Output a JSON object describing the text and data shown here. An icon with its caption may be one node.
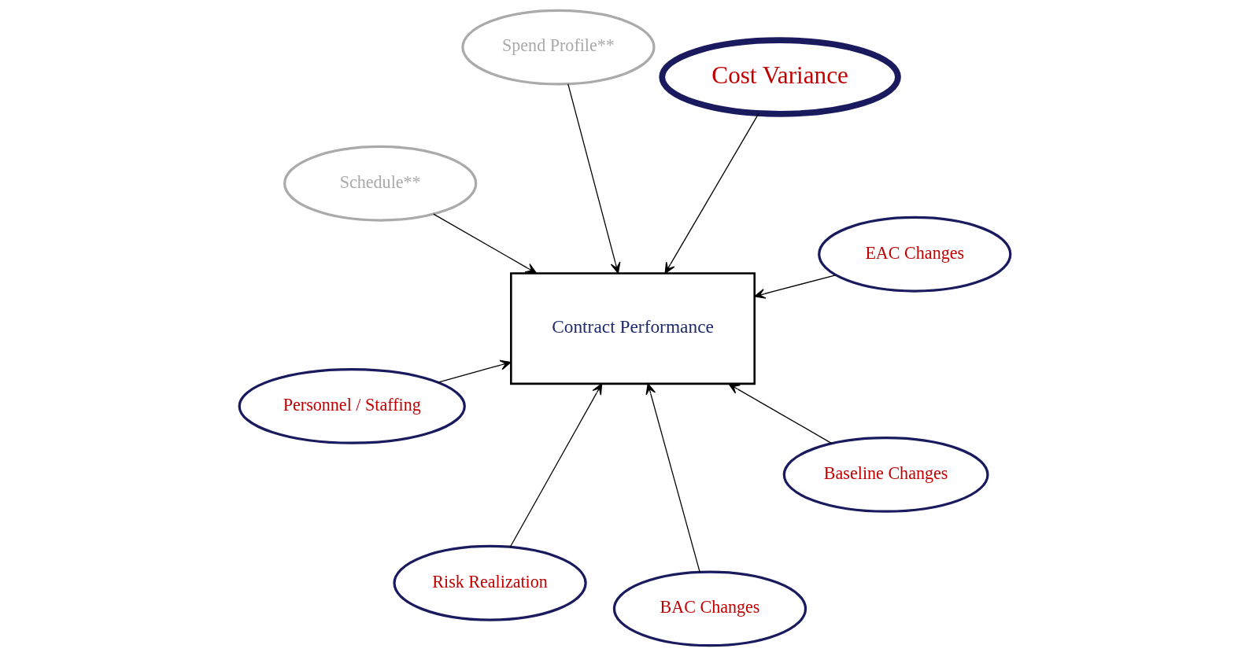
{
  "diagram": {
    "nodes": [
      {
        "text": [
          "Contract Performance"
        ]
      },
      {
        "text": [
          "EAC Changes"
        ]
      },
      {
        "text": [
          "Risk Realization"
        ]
      },
      {
        "text": [
          "Schedule**"
        ]
      },
      {
        "text": [
          "Cost Variance"
        ]
      },
      {
        "text": [
          "Spend Profile**"
        ]
      },
      {
        "text": [
          "Personnel / Staffing"
        ]
      },
      {
        "text": [
          "Baseline Changes"
        ]
      },
      {
        "text": [
          "BAC Changes"
        ]
      }
    ],
    "edges": [
      {
        "from": 1,
        "to": 0,
        "arrow": "to"
      },
      {
        "from": 2,
        "to": 0,
        "arrow": "to"
      },
      {
        "from": 3,
        "to": 0,
        "arrow": "to"
      },
      {
        "from": 4,
        "to": 0,
        "arrow": "to"
      },
      {
        "from": 5,
        "to": 0,
        "arrow": "to"
      },
      {
        "from": 6,
        "to": 0,
        "arrow": "to"
      },
      {
        "from": 7,
        "to": 0,
        "arrow": "to"
      },
      {
        "from": 8,
        "to": 0,
        "arrow": "to"
      }
    ]
  }
}
